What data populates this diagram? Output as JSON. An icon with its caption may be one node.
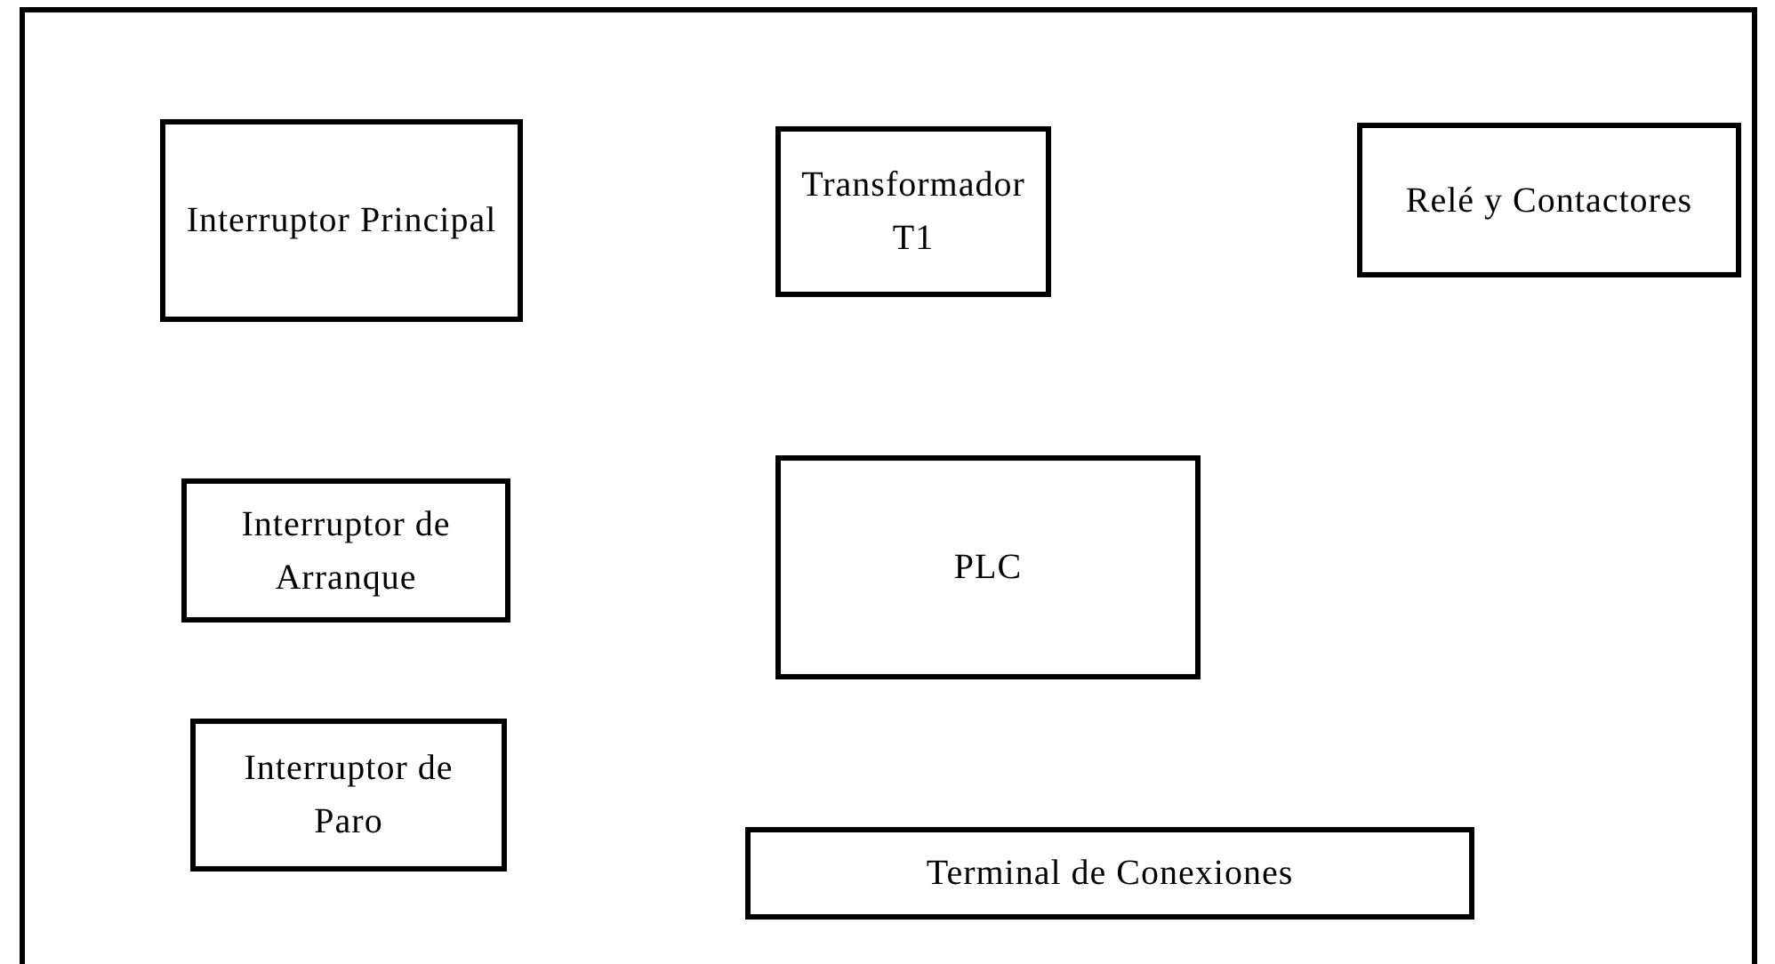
{
  "diagram": {
    "nodes": [
      {
        "text": [],
        "shape": "box"
      },
      {
        "text": [
          "Interruptor Principal"
        ],
        "in": 0
      },
      {
        "text": [
          "Transformador T1"
        ],
        "in": 0
      },
      {
        "text": [
          "Relé y Contactores"
        ],
        "in": 0
      },
      {
        "text": [
          "Interruptor de Arranque"
        ],
        "in": 0
      },
      {
        "text": [
          "PLC"
        ],
        "in": 0
      },
      {
        "text": [
          "Interruptor de Paro"
        ],
        "in": 0
      },
      {
        "text": [
          "Terminal de Conexiones"
        ],
        "in": 0
      }
    ]
  }
}
